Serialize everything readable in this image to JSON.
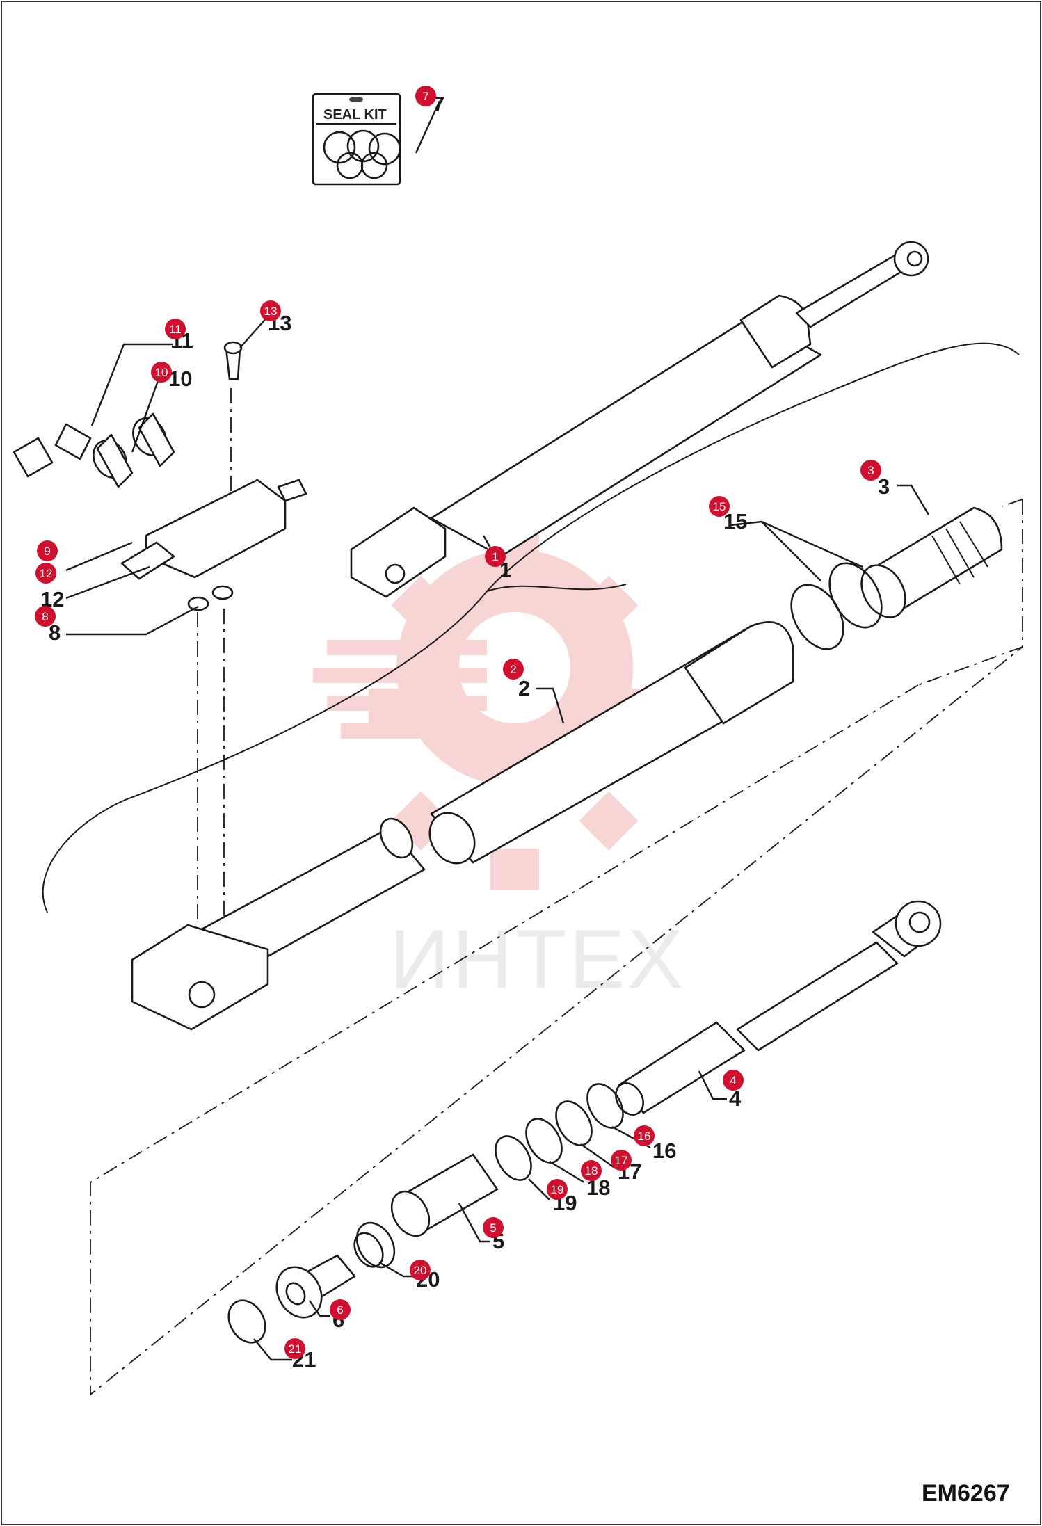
{
  "drawing_code": "EM6267",
  "seal_kit_label": "SEAL KIT",
  "watermark_text": "ИНТЕХ",
  "colors": {
    "callout": "#d0102e",
    "line": "#1a1a1a",
    "watermark": "#f6b7b7"
  },
  "callouts": [
    {
      "id": "c7",
      "number": "7"
    },
    {
      "id": "c13",
      "number": "13"
    },
    {
      "id": "c11",
      "number": "11"
    },
    {
      "id": "c10",
      "number": "10"
    },
    {
      "id": "c9",
      "number": "9"
    },
    {
      "id": "c12",
      "number": "12"
    },
    {
      "id": "c8",
      "number": "8"
    },
    {
      "id": "c1",
      "number": "1"
    },
    {
      "id": "c3",
      "number": "3"
    },
    {
      "id": "c15",
      "number": "15"
    },
    {
      "id": "c2",
      "number": "2"
    },
    {
      "id": "c4",
      "number": "4"
    },
    {
      "id": "c16",
      "number": "16"
    },
    {
      "id": "c17",
      "number": "17"
    },
    {
      "id": "c18",
      "number": "18"
    },
    {
      "id": "c19",
      "number": "19"
    },
    {
      "id": "c5",
      "number": "5"
    },
    {
      "id": "c20",
      "number": "20"
    },
    {
      "id": "c6",
      "number": "6"
    },
    {
      "id": "c21",
      "number": "21"
    }
  ],
  "part_labels": [
    {
      "id": "l7",
      "text": "7"
    },
    {
      "id": "l13",
      "text": "13"
    },
    {
      "id": "l11",
      "text": "11"
    },
    {
      "id": "l10",
      "text": "10"
    },
    {
      "id": "l12",
      "text": "12"
    },
    {
      "id": "l8",
      "text": "8"
    },
    {
      "id": "l1",
      "text": "1"
    },
    {
      "id": "l3",
      "text": "3"
    },
    {
      "id": "l15",
      "text": "15"
    },
    {
      "id": "l2",
      "text": "2"
    },
    {
      "id": "l4",
      "text": "4"
    },
    {
      "id": "l16",
      "text": "16"
    },
    {
      "id": "l17",
      "text": "17"
    },
    {
      "id": "l18",
      "text": "18"
    },
    {
      "id": "l19",
      "text": "19"
    },
    {
      "id": "l5",
      "text": "5"
    },
    {
      "id": "l20",
      "text": "20"
    },
    {
      "id": "l6",
      "text": "6"
    },
    {
      "id": "l21",
      "text": "21"
    }
  ]
}
